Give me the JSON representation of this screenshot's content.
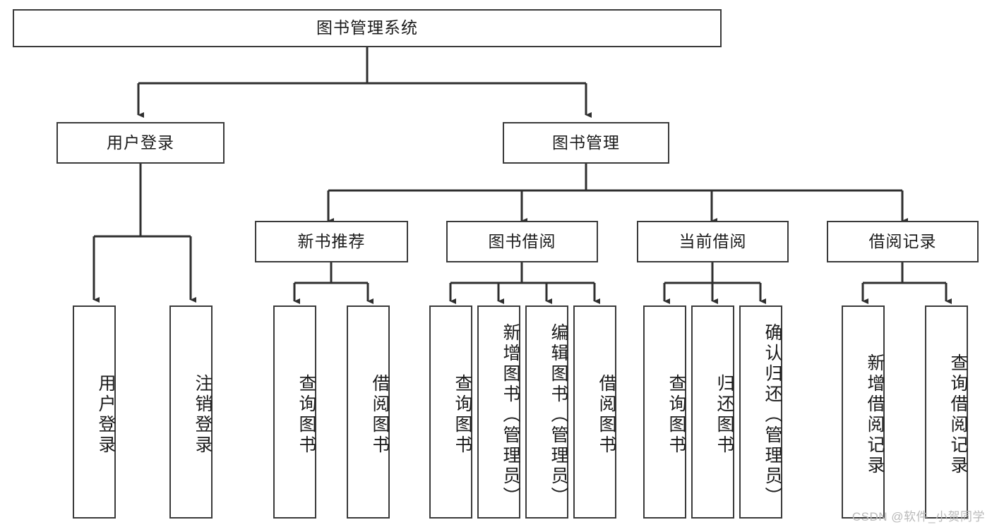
{
  "diagram": {
    "title": "图书管理系统",
    "type": "tree-hierarchy-chart",
    "colors": {
      "box_border": "#3a3a3a",
      "box_fill": "#ffffff",
      "connector": "#2f2f2f",
      "text": "#1b1b1b",
      "watermark": "#b9b9b9"
    },
    "root": {
      "id": "root",
      "label": "图书管理系统"
    },
    "level2": [
      {
        "id": "user-login",
        "label": "用户登录"
      },
      {
        "id": "book-manage",
        "label": "图书管理"
      }
    ],
    "level3": [
      {
        "id": "new-book-recommend",
        "label": "新书推荐",
        "parent": "book-manage"
      },
      {
        "id": "book-borrow",
        "label": "图书借阅",
        "parent": "book-manage"
      },
      {
        "id": "current-borrow",
        "label": "当前借阅",
        "parent": "book-manage"
      },
      {
        "id": "borrow-record",
        "label": "借阅记录",
        "parent": "book-manage"
      }
    ],
    "leaves": [
      {
        "id": "leaf-user-login",
        "label": "用户登录",
        "parent": "user-login"
      },
      {
        "id": "leaf-logout-login",
        "label": "注销登录",
        "parent": "user-login"
      },
      {
        "id": "leaf-query-book-1",
        "label": "查询图书",
        "parent": "new-book-recommend"
      },
      {
        "id": "leaf-borrow-book-1",
        "label": "借阅图书",
        "parent": "new-book-recommend"
      },
      {
        "id": "leaf-query-book-2",
        "label": "查询图书",
        "parent": "book-borrow"
      },
      {
        "id": "leaf-add-book",
        "label": "新增图书（管理员）",
        "parent": "book-borrow"
      },
      {
        "id": "leaf-edit-book",
        "label": "编辑图书（管理员）",
        "parent": "book-borrow"
      },
      {
        "id": "leaf-borrow-book-2",
        "label": "借阅图书",
        "parent": "book-borrow"
      },
      {
        "id": "leaf-query-book-3",
        "label": "查询图书",
        "parent": "current-borrow"
      },
      {
        "id": "leaf-return-book",
        "label": "归还图书",
        "parent": "current-borrow"
      },
      {
        "id": "leaf-confirm-return",
        "label": "确认归还（管理员）",
        "parent": "current-borrow"
      },
      {
        "id": "leaf-add-record",
        "label": "新增借阅记录",
        "parent": "borrow-record"
      },
      {
        "id": "leaf-query-record",
        "label": "查询借阅记录",
        "parent": "borrow-record"
      }
    ],
    "watermark": "CSDN @软件_小贺同学"
  }
}
